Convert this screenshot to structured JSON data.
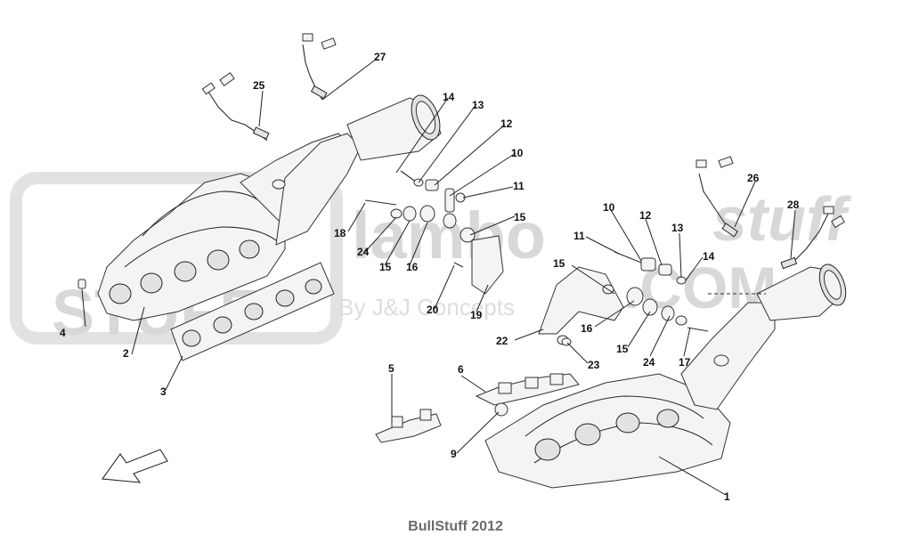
{
  "watermark": {
    "brand": "lambo",
    "brand_script": "stuff",
    "line2": "STUFF",
    "suffix": ".COM",
    "byline": "By J&J Concepts"
  },
  "callouts": [
    "1",
    "2",
    "3",
    "4",
    "5",
    "6",
    "9",
    "10",
    "10",
    "11",
    "11",
    "12",
    "12",
    "13",
    "13",
    "14",
    "14",
    "15",
    "15",
    "15",
    "15",
    "16",
    "16",
    "17",
    "18",
    "19",
    "20",
    "22",
    "23",
    "24",
    "24",
    "25",
    "26",
    "27",
    "28"
  ],
  "footer": "BullStuff 2012",
  "colors": {
    "line": "#2b2b2b",
    "watermark": "#c8c8c8",
    "footer": "#6b6b6b"
  }
}
